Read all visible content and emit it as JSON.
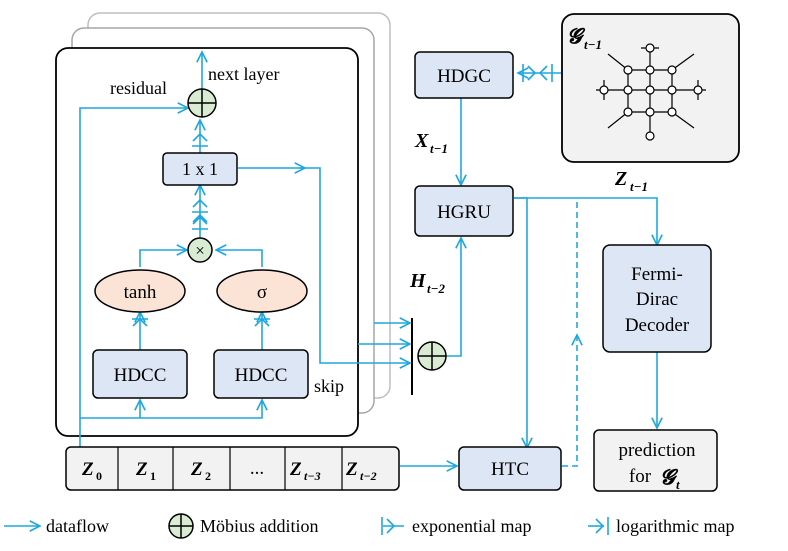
{
  "blocks": {
    "hdgc": "HDGC",
    "hgru": "HGRU",
    "htc": "HTC",
    "hdcc_left": "HDCC",
    "hdcc_right": "HDCC",
    "conv1x1": "1 x 1",
    "tanh": "tanh",
    "sigma": "σ",
    "fermi_line1": "Fermi-",
    "fermi_line2": "Dirac",
    "fermi_line3": "Decoder",
    "prediction_line1": "prediction",
    "prediction_for": "for",
    "prediction_sym": "𝓖",
    "prediction_sub": "t"
  },
  "labels": {
    "residual": "residual",
    "next_layer": "next layer",
    "skip": "skip",
    "x_sym": "X",
    "x_sub": "t−1",
    "h_sym": "H",
    "h_sub": "t−2",
    "z_sym": "Z",
    "z_sub": "t−1",
    "g_sym": "𝓖",
    "g_sub": "t−1"
  },
  "sequence": [
    {
      "sym": "Z",
      "sub": "0"
    },
    {
      "sym": "Z",
      "sub": "1"
    },
    {
      "sym": "Z",
      "sub": "2"
    },
    {
      "sym": "...",
      "sub": ""
    },
    {
      "sym": "Z",
      "sub": "t−3"
    },
    {
      "sym": "Z",
      "sub": "t−2"
    }
  ],
  "legend": {
    "dataflow": "dataflow",
    "mobius": "Möbius addition",
    "exp_map": "exponential map",
    "log_map": "logarithmic map"
  },
  "colors": {
    "flow": "#1fa8de",
    "block_fill": "#dde6f5",
    "oval_fill": "#fbe3d6",
    "circle_fill": "#d9ecd3",
    "graph_bg": "#f2f2f2",
    "sequence_bg": "#f2f2f2"
  }
}
